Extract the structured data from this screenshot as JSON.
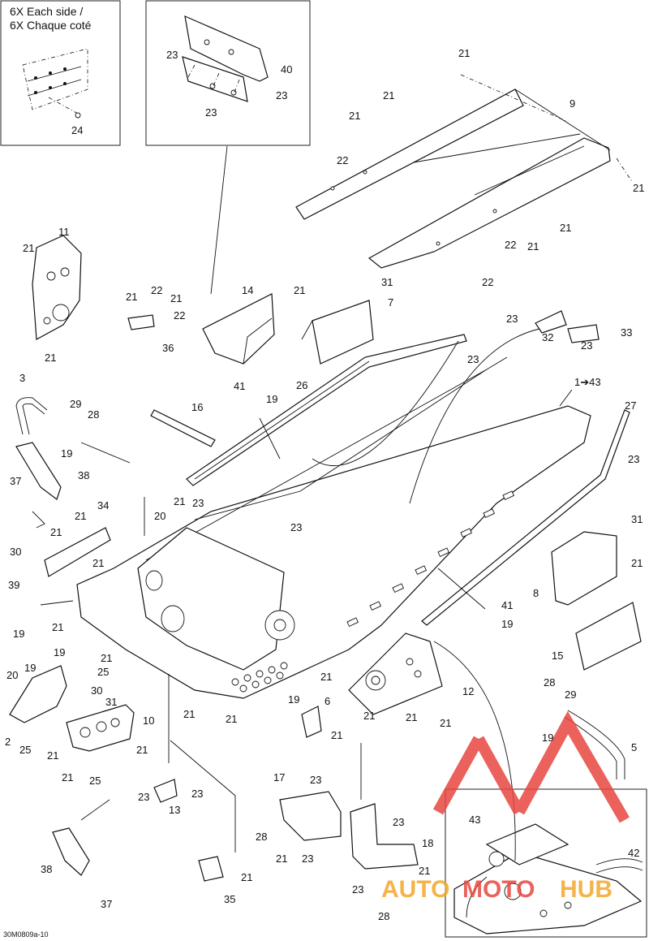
{
  "diagram": {
    "code": "30M0809a-10",
    "inset_note": [
      "6X Each side /",
      "6X Chaque coté"
    ],
    "parts": [
      "1",
      "2",
      "3",
      "5",
      "6",
      "7",
      "8",
      "9",
      "10",
      "11",
      "12",
      "13",
      "14",
      "15",
      "16",
      "17",
      "18",
      "19",
      "20",
      "21",
      "22",
      "23",
      "24",
      "25",
      "26",
      "27",
      "28",
      "29",
      "30",
      "31",
      "32",
      "33",
      "34",
      "35",
      "36",
      "37",
      "38",
      "39",
      "40",
      "41",
      "42",
      "43"
    ],
    "range_label": "1➔43"
  },
  "watermark": {
    "brand": "AUTOMOTOHUB",
    "colors": {
      "red": "#e8473f",
      "orange": "#f4a62a"
    }
  }
}
